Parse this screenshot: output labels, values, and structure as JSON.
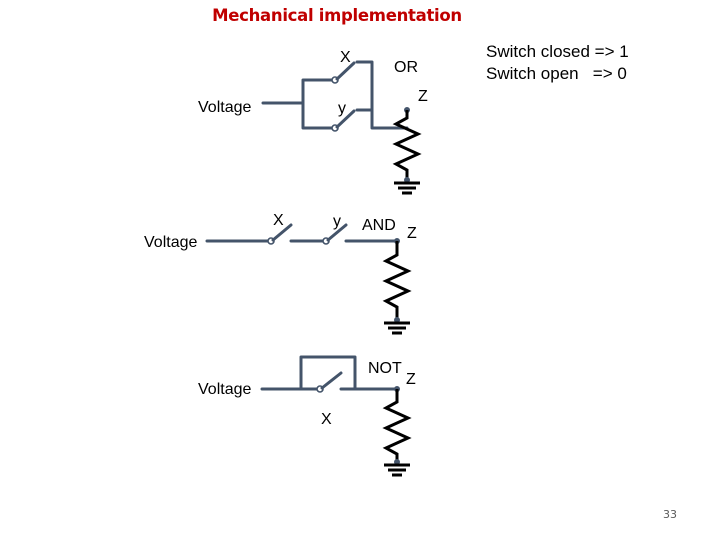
{
  "title": "Mechanical implementation",
  "notes": [
    "Switch closed => 1",
    "Switch open   => 0"
  ],
  "page_number": "33",
  "colors": {
    "title": "#C00000",
    "wire": "#44546A",
    "text": "#000000"
  },
  "or_circuit": {
    "source": "Voltage",
    "switch_top": "X",
    "switch_bottom": "y",
    "gate": "OR",
    "output": "Z"
  },
  "and_circuit": {
    "source": "Voltage",
    "switch_first": "X",
    "switch_second": "y",
    "gate": "AND",
    "output": "Z"
  },
  "not_circuit": {
    "source": "Voltage",
    "switch": "X",
    "gate": "NOT",
    "output": "Z"
  }
}
